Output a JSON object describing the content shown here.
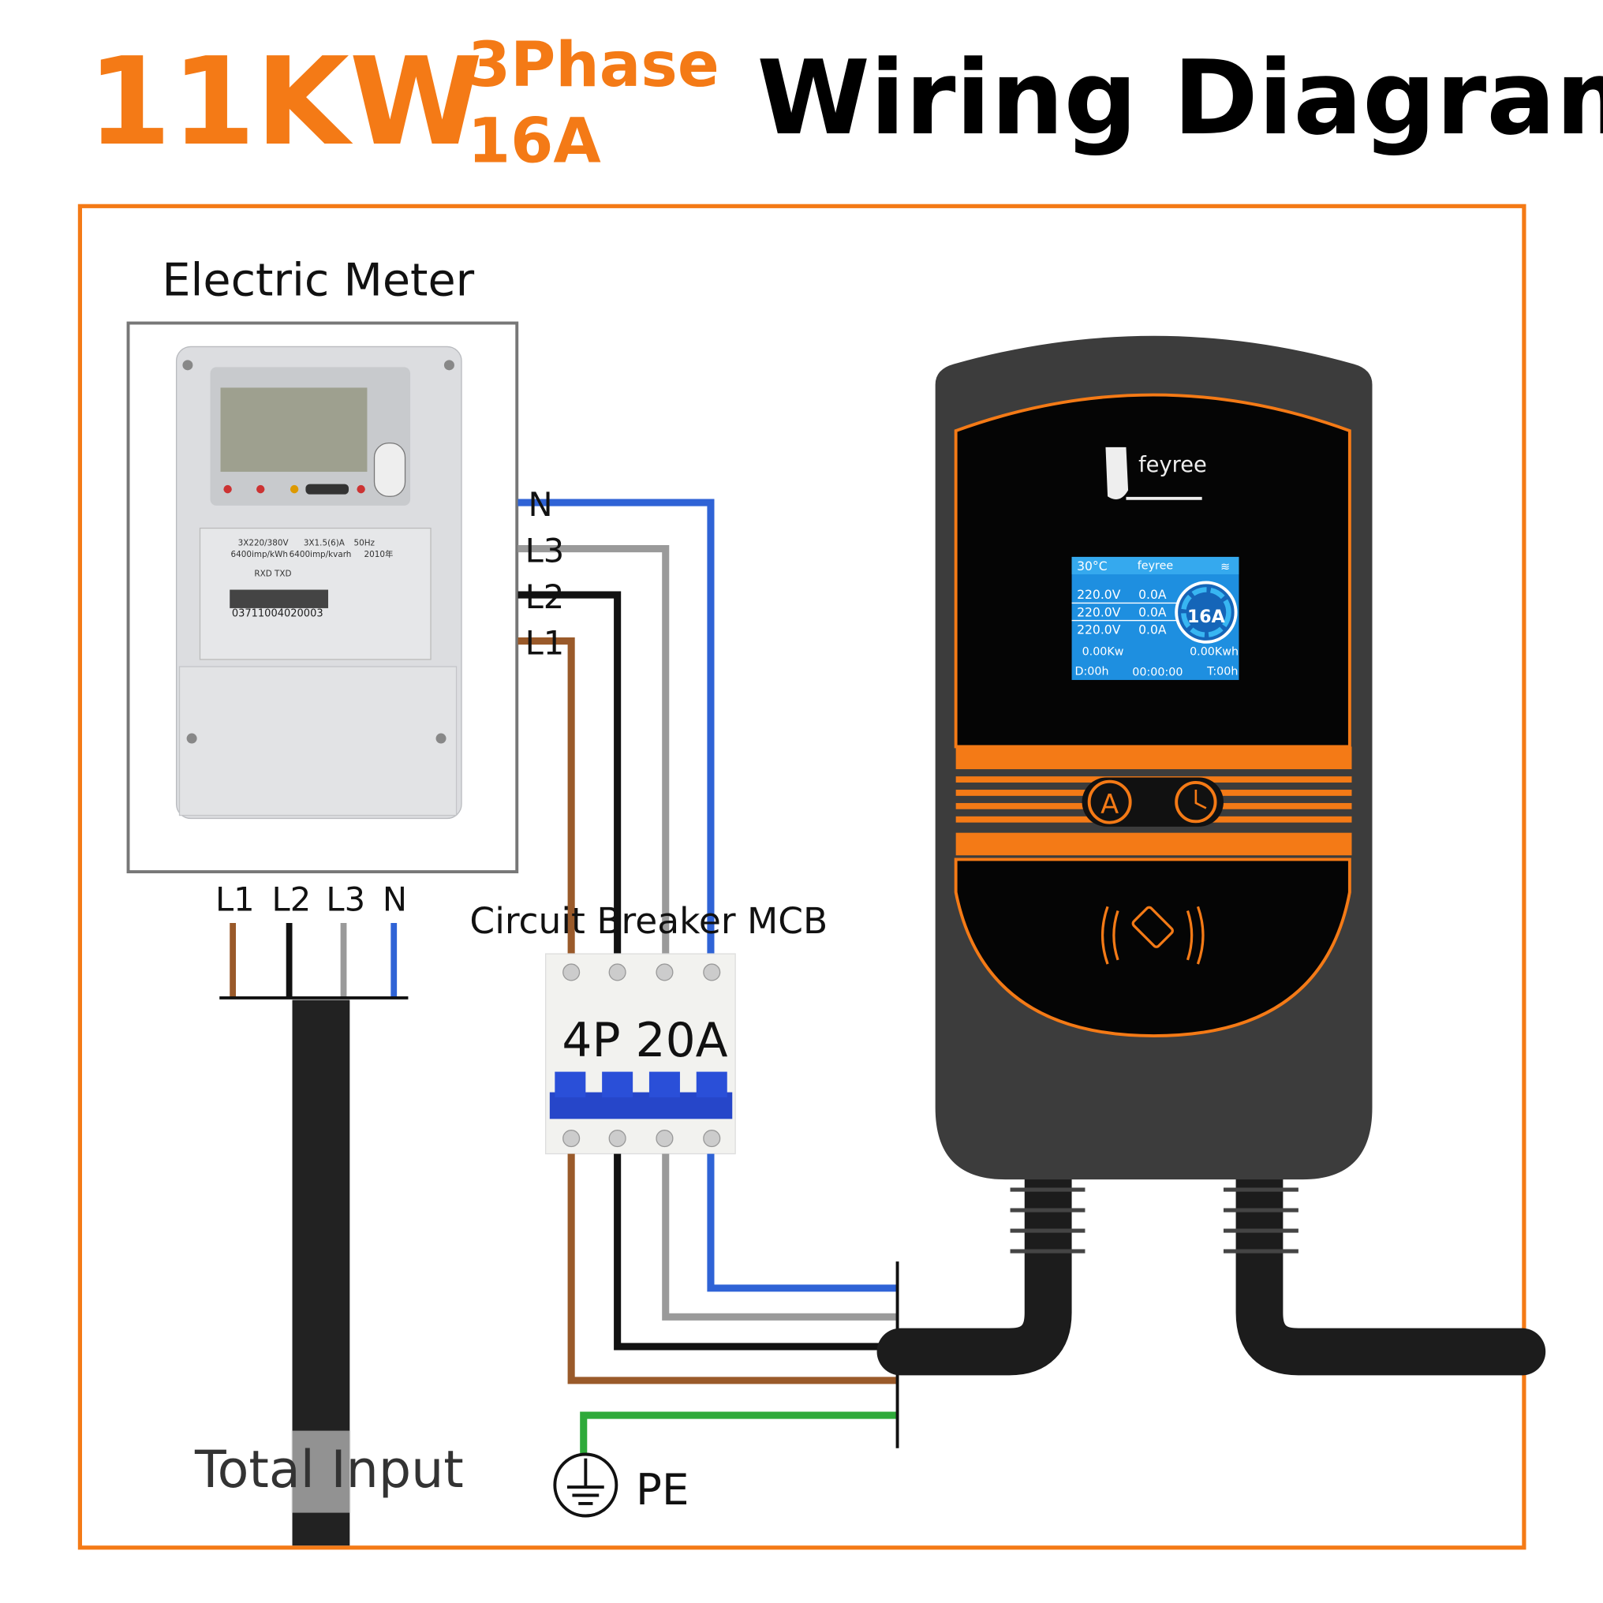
{
  "header": {
    "power": "11KW",
    "phase": "3Phase",
    "current": "16A",
    "title": "Wiring Diagram"
  },
  "meter": {
    "label": "Electric Meter",
    "rating": "3X220/380V",
    "current_rating": "3X1.5(6)A",
    "frequency": "50Hz",
    "constant_kwh": "6400imp/kWh",
    "constant_kvarh": "6400imp/kvarh",
    "year": "2010年",
    "comm": "RXD TXD",
    "serial": "03711004020003",
    "terminals": [
      "L1",
      "L2",
      "L3",
      "N"
    ]
  },
  "mcb": {
    "label": "Circuit Breaker MCB",
    "rating": "4P 20A",
    "input_labels": [
      "N",
      "L3",
      "L2",
      "L1"
    ]
  },
  "charger": {
    "brand": "feyree",
    "screen": {
      "temperature": "30°C",
      "brand": "feyree",
      "rows": [
        {
          "voltage": "220.0V",
          "current": "0.0A"
        },
        {
          "voltage": "220.0V",
          "current": "0.0A"
        },
        {
          "voltage": "220.0V",
          "current": "0.0A"
        }
      ],
      "max_current": "16A",
      "power": "0.00Kw",
      "energy": "0.00Kwh",
      "delay": "D:00h",
      "timer": "00:00:00",
      "total": "T:00h"
    },
    "button_a": "A"
  },
  "labels": {
    "total_input": "Total Input",
    "pe": "PE"
  },
  "colors": {
    "accent": "#f47a16",
    "neutral_wire": "#2f63d6",
    "l1_wire": "#9a5a2a",
    "l2_wire": "#111111",
    "l3_wire": "#9a9a9a",
    "pe_wire": "#2faa3a",
    "screen": "#1e90e0"
  }
}
